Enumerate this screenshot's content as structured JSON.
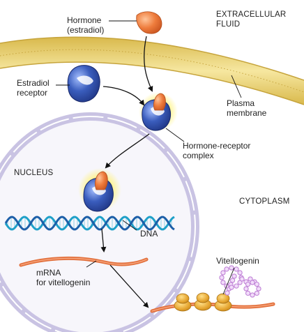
{
  "labels": {
    "hormone": "Hormone\n(estradiol)",
    "receptor": "Estradiol\nreceptor",
    "complex": "Hormone-receptor\ncomplex",
    "membrane": "Plasma\nmembrane",
    "dna": "DNA",
    "mrna": "mRNA\nfor vitellogenin",
    "vitellogenin": "Vitellogenin"
  },
  "regions": {
    "extracellular": "EXTRACELLULAR\nFLUID",
    "nucleus": "NUCLEUS",
    "cytoplasm": "CYTOPLASM"
  },
  "colors": {
    "hormone": "#E8773A",
    "receptor": "#2F4FA8",
    "membrane": "#EDD67A",
    "nuclear_envelope": "#C9C3E3",
    "dna_strand_a": "#1FA0C8",
    "dna_strand_b": "#1D5FA8",
    "mrna": "#E2703C",
    "ribosome": "#E6A631",
    "protein_chain": "#C084D6",
    "glow": "#FFF27A"
  },
  "icons": {
    "hormone": "estradiol-molecule-icon",
    "receptor": "receptor-protein-icon",
    "ribosome": "ribosome-icon"
  }
}
